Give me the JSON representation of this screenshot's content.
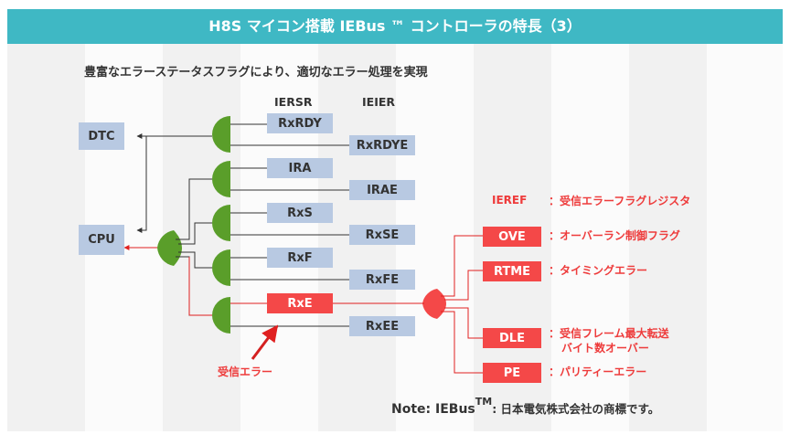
{
  "title": "H8S マイコン搭載 IEBus ™ コントローラの特長（3）",
  "subtitle": "豊富なエラーステータスフラグにより、適切なエラー処理を実現",
  "column_headers": {
    "iersr": "IERSR",
    "ieier": "IEIER"
  },
  "destinations": {
    "dtc": "DTC",
    "cpu": "CPU"
  },
  "iersr_flags": [
    "RxRDY",
    "IRA",
    "RxS",
    "RxF",
    "RxE"
  ],
  "ieier_flags": [
    "RxRDYE",
    "IRAE",
    "RxSE",
    "RxFE",
    "RxEE"
  ],
  "ieref": {
    "name": "IEREF",
    "desc": "：受信エラーフラグレジスタ",
    "bits": [
      {
        "name": "OVE",
        "desc": "：オーバーラン制御フラグ"
      },
      {
        "name": "RTME",
        "desc": "：タイミングエラー"
      },
      {
        "name": "DLE",
        "desc_line1": "：受信フレーム最大転送",
        "desc_line2": "バイト数オーバー"
      },
      {
        "name": "PE",
        "desc": "：パリティーエラー"
      }
    ]
  },
  "receive_error_label": "受信エラー",
  "note": {
    "prefix": "Note: IEBus",
    "tm": "TM",
    "suffix": ": 日本電気株式会社の商標です。"
  },
  "colors": {
    "title_bar": "#3fb8c4",
    "gate": "#5a9e2a",
    "red": "#f44848",
    "blue_box": "#b8c9e2"
  }
}
